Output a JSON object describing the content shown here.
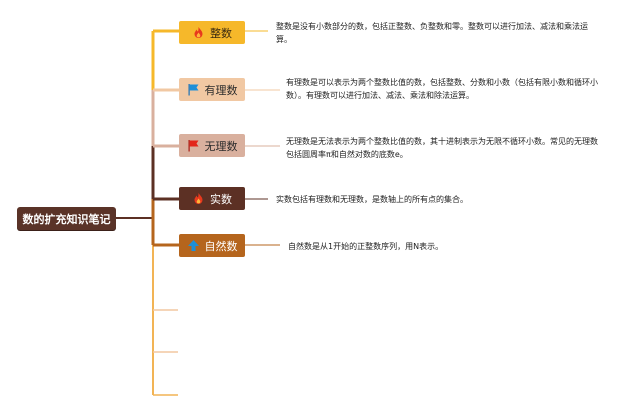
{
  "root": {
    "label": "数的扩充知识笔记"
  },
  "nodes": [
    {
      "label": "整数",
      "icon": "fire-icon",
      "description": "整数是没有小数部分的数，包括正整数、负整数和零。整数可以进行加法、减法和乘法运算。"
    },
    {
      "label": "有理数",
      "icon": "blue-flag-icon",
      "description": "有理数是可以表示为两个整数比值的数，包括整数、分数和小数（包括有限小数和循环小数）。有理数可以进行加法、减法、乘法和除法运算。"
    },
    {
      "label": "无理数",
      "icon": "red-flag-icon",
      "description": "无理数是无法表示为两个整数比值的数，其十进制表示为无限不循环小数。常见的无理数包括圆周率π和自然对数的底数e。"
    },
    {
      "label": "实数",
      "icon": "fire-icon",
      "description": "实数包括有理数和无理数，是数轴上的所有点的集合。"
    },
    {
      "label": "自然数",
      "icon": "blue-up-arrow-icon",
      "description": "自然数是从1开始的正整数序列，用N表示。"
    }
  ],
  "colors": {
    "root": "#5a3328",
    "integer": "#f6b82a",
    "rational": "#f1c8a3",
    "irrational": "#d9b09e",
    "real": "#5c3024",
    "natural": "#b5651d"
  }
}
